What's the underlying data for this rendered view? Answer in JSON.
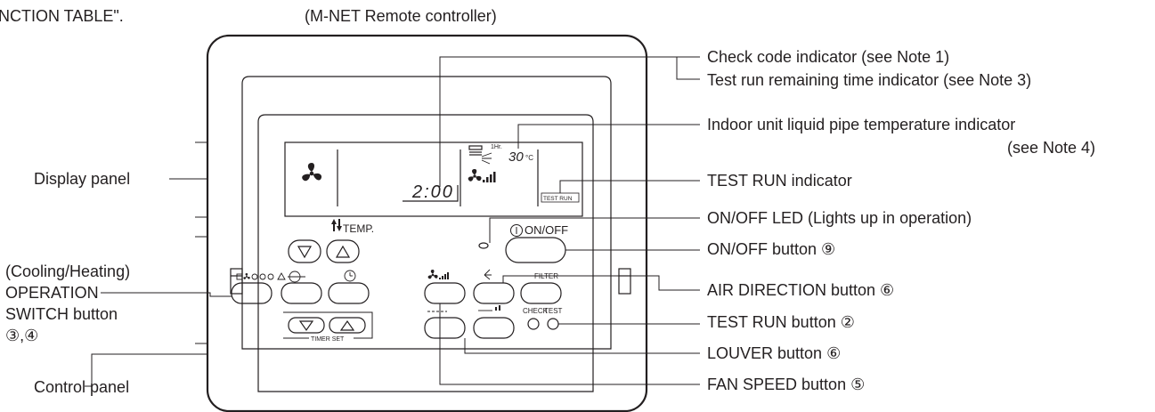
{
  "header": {
    "cut_text": "NCTION TABLE\".",
    "subtitle": "(M-NET Remote controller)"
  },
  "left_labels": {
    "display_panel": "Display panel",
    "operation_switch": [
      "(Cooling/Heating)",
      "OPERATION",
      "SWITCH button",
      "③,④"
    ],
    "control_panel": "Control panel"
  },
  "callouts": {
    "check_code": "Check code indicator (see Note 1)",
    "test_run_time": "Test run remaining time indicator (see Note 3)",
    "liquid_pipe_1": "Indoor unit liquid pipe temperature indicator",
    "liquid_pipe_2": "(see Note 4)",
    "test_run_indicator": "TEST RUN indicator",
    "onoff_led": "ON/OFF LED (Lights up in operation)",
    "onoff_button": "ON/OFF button ⑨",
    "air_direction": "AIR DIRECTION button ⑥",
    "test_run_button": "TEST RUN button ②",
    "louver": "LOUVER button ⑥",
    "fan_speed": "FAN SPEED button ⑤"
  },
  "controller": {
    "lcd_time": "2:00",
    "lcd_temp": "30",
    "lcd_temp_unit": "°C",
    "lcd_1hr": "1Hr.",
    "lcd_test_run": "TEST RUN",
    "temp_label": "TEMP.",
    "onoff_label": "ON/OFF",
    "filter_label": "FILTER",
    "check_label": "CHECK",
    "test_label": "TEST",
    "timer_set_label": "TIMER SET"
  },
  "colors": {
    "line": "#231f20",
    "background": "#ffffff"
  }
}
